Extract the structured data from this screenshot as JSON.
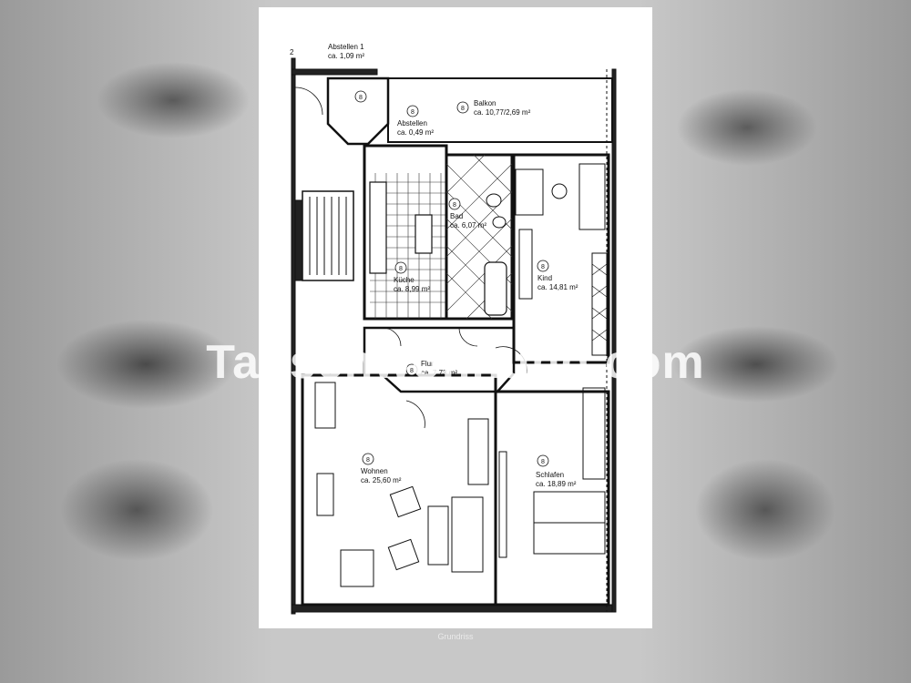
{
  "listing": {
    "watermark": "Tauschwohnung.com",
    "caption": "Grundriss"
  },
  "floorplan": {
    "corner_mark": "2",
    "rooms": [
      {
        "key": "abstellen1",
        "name": "Abstellen 1",
        "area": "ca. 1,09 m²",
        "number": "8"
      },
      {
        "key": "abstellen",
        "name": "Abstellen",
        "area": "ca. 0,49 m²"
      },
      {
        "key": "balkon",
        "name": "Balkon",
        "area": "ca. 10,77/2,69 m²",
        "number": "8",
        "number2": "8"
      },
      {
        "key": "bad",
        "name": "Bad",
        "area": "ca. 6,07 m²",
        "number": "8"
      },
      {
        "key": "kueche",
        "name": "Küche",
        "area": "ca. 8,99 m²",
        "number": "8"
      },
      {
        "key": "kind",
        "name": "Kind",
        "area": "ca. 14,81 m²",
        "number": "8"
      },
      {
        "key": "flur",
        "name": "Flur",
        "area": "ca. 7,73 m²",
        "number": "8"
      },
      {
        "key": "wohnen",
        "name": "Wohnen",
        "area": "ca. 25,60 m²",
        "number": "8"
      },
      {
        "key": "schlafen",
        "name": "Schlafen",
        "area": "ca. 18,89 m²",
        "number": "8"
      }
    ]
  }
}
